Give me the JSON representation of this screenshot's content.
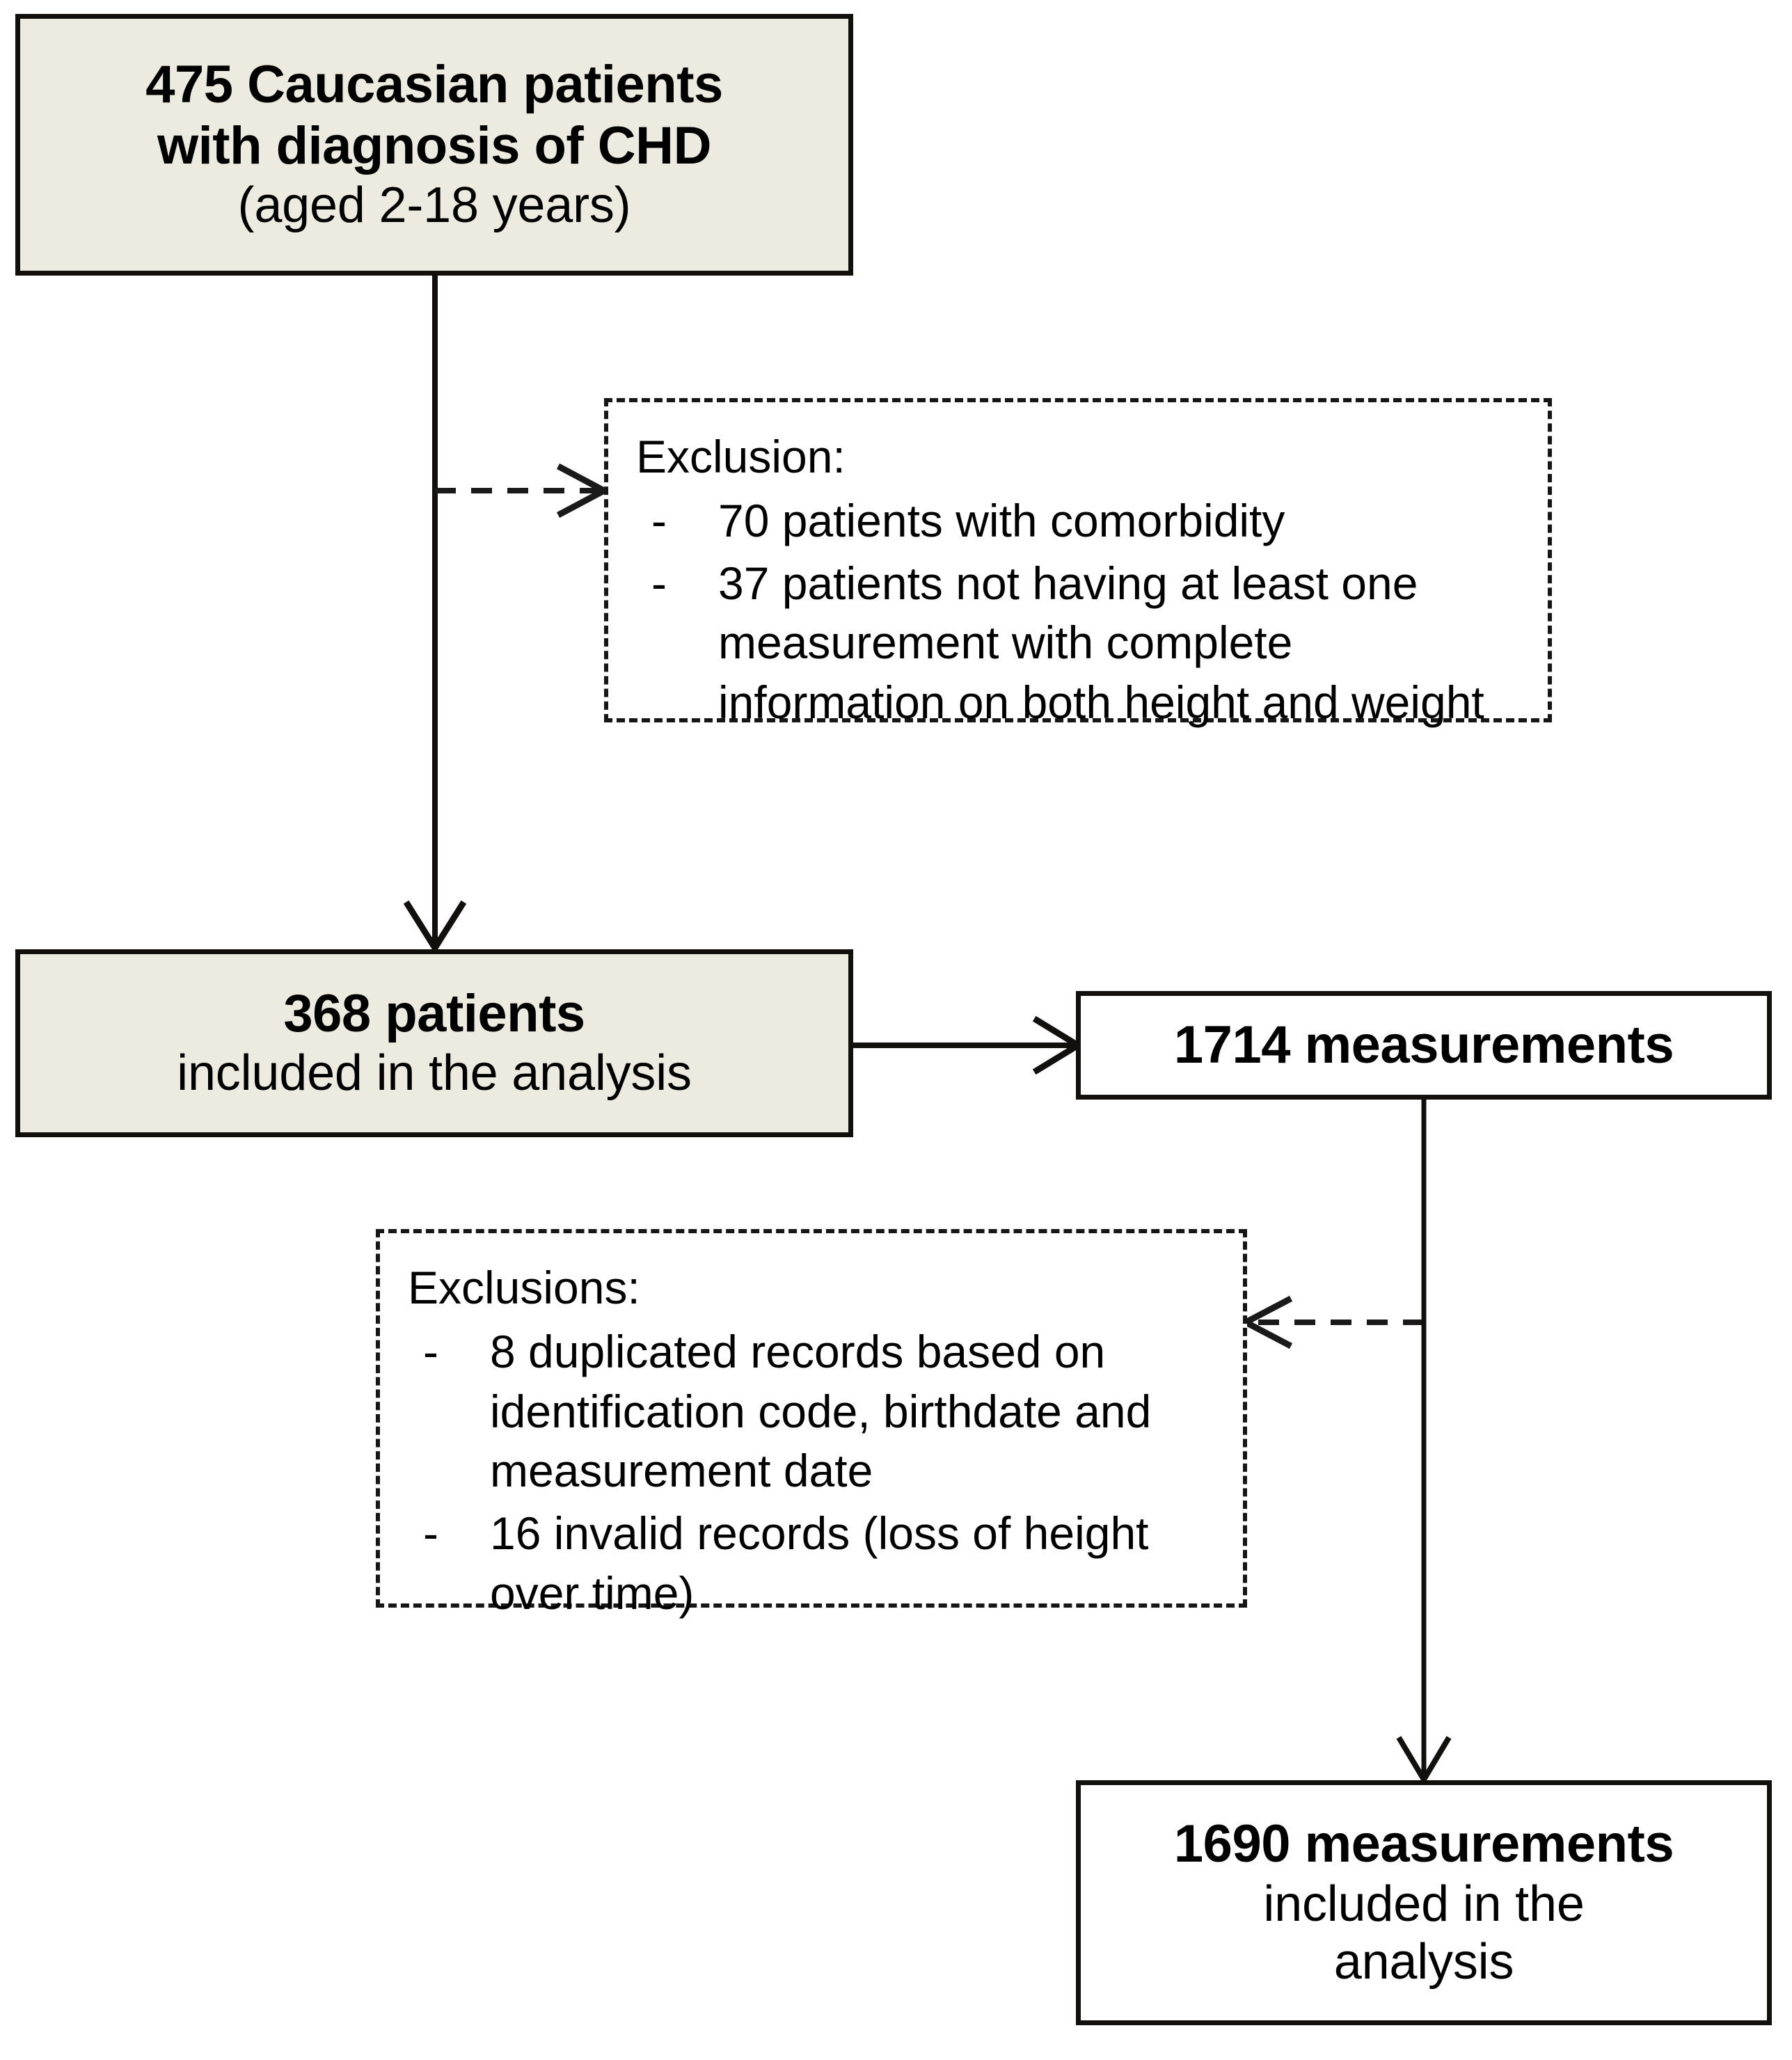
{
  "diagram": {
    "type": "participant-flow-chart",
    "colors": {
      "box_fill_highlight": "#edeae0",
      "box_fill_plain": "#ffffff",
      "stroke": "#12100c",
      "background": "#ffffff"
    },
    "nodes": {
      "cohort_source": {
        "title": "475 Caucasian patients",
        "line2": "with  diagnosis of CHD",
        "line3": "(aged 2-18 years)"
      },
      "patients_included": {
        "title": "368 patients",
        "line2": "included  in the analysis"
      },
      "measurements_total": {
        "title": "1714 measurements"
      },
      "measurements_included": {
        "title": "1690 measurements",
        "line2": "included  in the",
        "line3": "analysis"
      }
    },
    "exclusion_boxes": {
      "patient_level": {
        "heading": "Exclusion:",
        "bullet_marker": "-",
        "items": [
          "70 patients with comorbidity",
          "37 patients not having at least one measurement with complete information on both height and weight"
        ]
      },
      "measurement_level": {
        "heading": "Exclusions:",
        "bullet_marker": "-",
        "items": [
          "8 duplicated records based on identification code, birthdate and measurement  date",
          "16 invalid records (loss of height over time)"
        ]
      }
    },
    "connectors": [
      {
        "name": "source-to-patients",
        "style": "solid",
        "direction": "down"
      },
      {
        "name": "source-to-patient-exclusions",
        "style": "dashed",
        "direction": "right"
      },
      {
        "name": "patients-to-measurements",
        "style": "solid",
        "direction": "right"
      },
      {
        "name": "measurements-to-measurement-exclusions",
        "style": "dashed",
        "direction": "left"
      },
      {
        "name": "measurements-to-included",
        "style": "solid",
        "direction": "down"
      }
    ]
  }
}
